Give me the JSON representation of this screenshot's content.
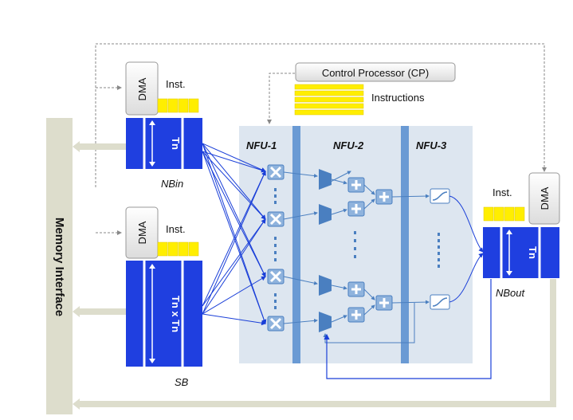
{
  "labels": {
    "control_processor": "Control Processor (CP)",
    "instructions": "Instructions",
    "memory_interface": "Memory Interface",
    "dma": "DMA",
    "inst": "Inst.",
    "nbin": "NBin",
    "sb": "SB",
    "nbout": "NBout",
    "tn": "Tn",
    "tn_x_tn": "Tn x Tn",
    "nfu1": "NFU-1",
    "nfu2": "NFU-2",
    "nfu3": "NFU-3"
  },
  "colors": {
    "buffer_blue": "#1f3fe0",
    "memory_gray": "#ddddcc",
    "nfu_panel": "#dde6f0",
    "nfu_divider": "#6a9ad4",
    "inst_yellow": "#ffee00",
    "unit_fill": "#8fb3dd",
    "wire": "#4a7fc0"
  },
  "icons": {
    "multiplier": "multiplier-cross-icon",
    "adder": "adder-plus-icon",
    "mux": "mux-trapezoid-icon",
    "activation": "sigmoid-curve-icon"
  }
}
